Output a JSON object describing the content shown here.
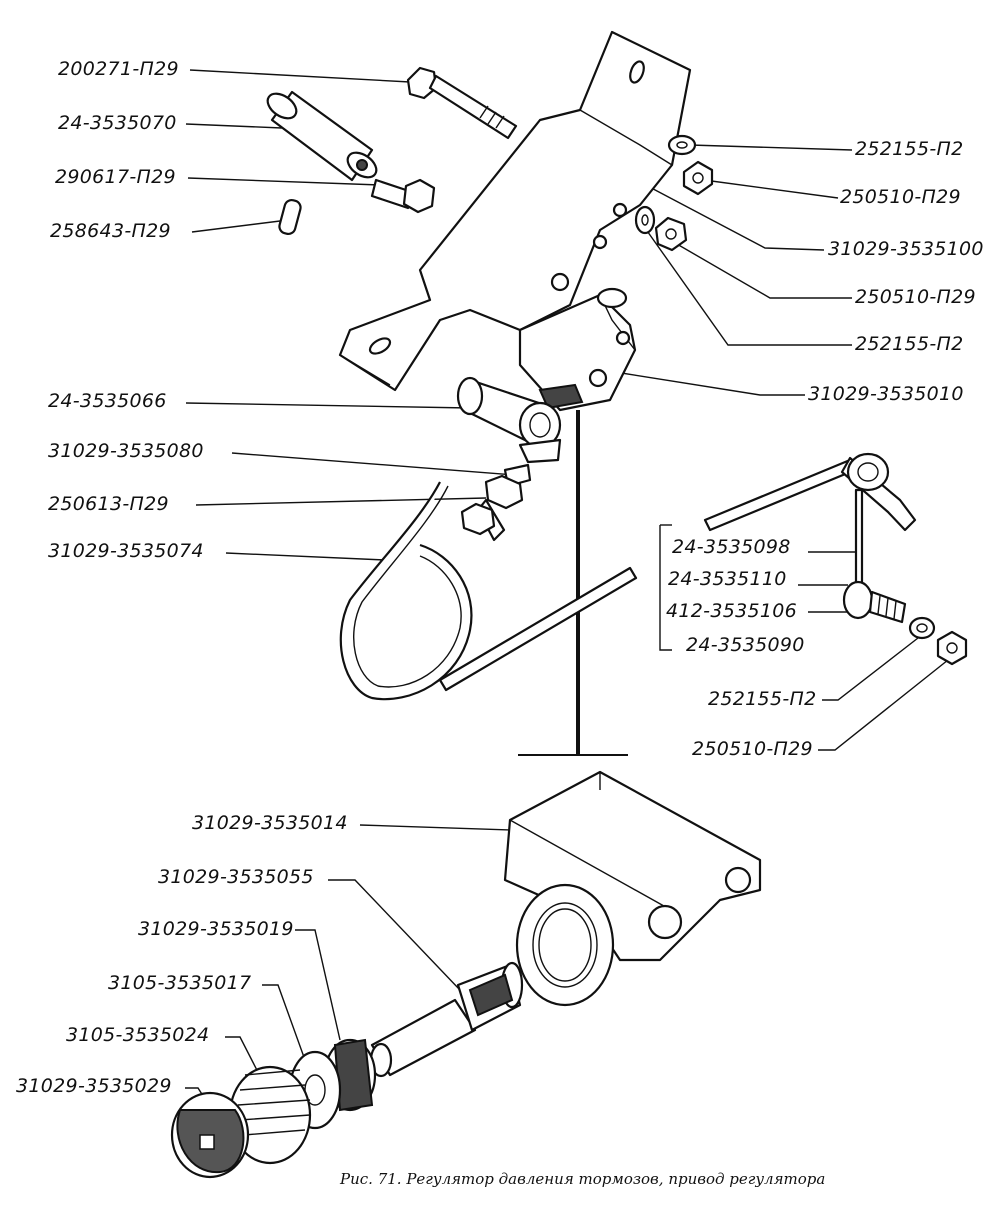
{
  "caption": "Рис. 71. Регулятор давления тормозов, привод регулятора",
  "labels": {
    "l01": "200271-П29",
    "l02": "24-3535070",
    "l03": "290617-П29",
    "l04": "258643-П29",
    "l05": "24-3535066",
    "l06": "31029-3535080",
    "l07": "250613-П29",
    "l08": "31029-3535074",
    "l09": "252155-П2",
    "l10": "250510-П29",
    "l11": "31029-3535100",
    "l12": "250510-П29",
    "l13": "252155-П2",
    "l14": "31029-3535010",
    "l15": "24-3535098",
    "l16": "24-3535110",
    "l17": "412-3535106",
    "l18": "24-3535090",
    "l19": "252155-П2",
    "l20": "250510-П29",
    "l21": "31029-3535014",
    "l22": "31029-3535055",
    "l23": "31029-3535019",
    "l24": "3105-3535017",
    "l25": "3105-3535024",
    "l26": "31029-3535029"
  }
}
